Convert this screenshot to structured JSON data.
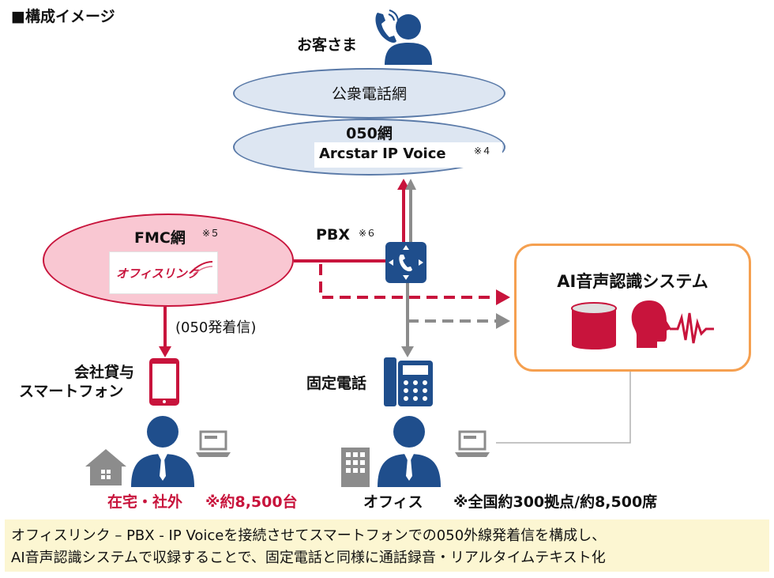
{
  "title": "■構成イメージ",
  "customer_label": "お客さま",
  "public_network": "公衆電話網",
  "net050": {
    "name": "050網",
    "service": "Arcstar IP Voice",
    "note": "※４"
  },
  "fmc": {
    "name": "FMC網",
    "note": "※５",
    "logo": "オフィスリンク"
  },
  "pbx": {
    "name": "PBX",
    "note": "※６"
  },
  "ai_system": "AI音声認識システム",
  "outgoing_label": "(050発着信)",
  "smartphone_label": {
    "line1": "会社貸与",
    "line2": "スマートフォン"
  },
  "fixed_phone_label": "固定電話",
  "remote": {
    "label": "在宅・社外",
    "count": "※約8,500台"
  },
  "office": {
    "label": "オフィス",
    "count": "※全国約300拠点/約8,500席"
  },
  "caption": {
    "line1": "オフィスリンク – PBX - IP Voiceを接続させてスマートフォンでの050外線発着信を構成し、",
    "line2": "AI音声認識システムで収録することで、固定電話と同様に通話録音・リアルタイムテキスト化"
  },
  "colors": {
    "red": "#c8143c",
    "navy": "#1f4e8c",
    "gray": "#8c8c8c",
    "orange": "#f5a050",
    "ellipse_fill": "#dde6f2",
    "pink": "#f9c7d2"
  },
  "icons": [
    "person-icon",
    "phone-handset-icon",
    "pbx-switch-icon",
    "smartphone-icon",
    "desk-phone-icon",
    "laptop-icon",
    "house-icon",
    "building-icon",
    "database-icon",
    "speaking-head-icon",
    "waveform-icon"
  ]
}
